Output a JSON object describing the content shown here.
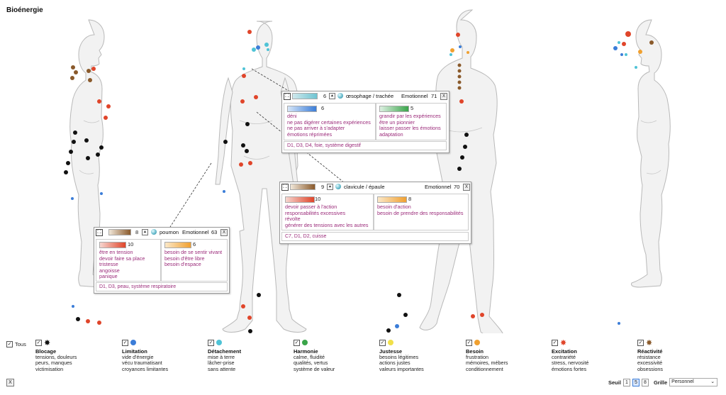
{
  "app": {
    "title": "Bioénergie"
  },
  "colors": {
    "blocage": "#111111",
    "limitation": "#3b7dd8",
    "detachement": "#4fc3d6",
    "harmonie": "#3aa54a",
    "justesse": "#f1e04a",
    "besoin": "#f0a030",
    "excitation": "#e0452a",
    "reactivite": "#8a5a2b"
  },
  "popups": {
    "oesophage": {
      "value": "6",
      "label": "œsophage / trachée",
      "category": "Emotionnel",
      "score": "71",
      "close": "X",
      "left": {
        "value": "6",
        "items": [
          "déni",
          "ne pas digérer certaines expériences",
          "ne pas arriver à s'adapter",
          "émotions réprimées"
        ]
      },
      "right": {
        "value": "5",
        "items": [
          "grandir par les expériences",
          "être un pionnier",
          "laisser passer les émotions",
          "adaptation"
        ]
      },
      "footer": "D1, D3, D4, foie, système digestif"
    },
    "clavicule": {
      "value": "9",
      "label": "clavicule / épaule",
      "category": "Emotionnel",
      "score": "70",
      "close": "X",
      "left": {
        "value": "10",
        "items": [
          "devoir passer à l'action",
          "responsabilités excessives",
          "révolte",
          "générer des tensions avec les autres"
        ]
      },
      "right": {
        "value": "8",
        "items": [
          "besoin d'action",
          "besoin de prendre des responsabilités"
        ]
      },
      "footer": "C7, D1, D2, cuisse"
    },
    "poumon": {
      "value": "8",
      "label": "poumon",
      "category": "Emotionnel",
      "score": "63",
      "close": "X",
      "left": {
        "value": "10",
        "items": [
          "être en tension",
          "devoir faire sa place",
          "tristesse",
          "angoisse",
          "panique"
        ]
      },
      "right": {
        "value": "6",
        "items": [
          "besoin de se sentir vivant",
          "besoin d'être libre",
          "besoin d'espace"
        ]
      },
      "footer": "D1, D3, peau, système respiratoire"
    }
  },
  "legend": {
    "all_label": "Tous",
    "items": [
      {
        "title": "Blocage",
        "desc": [
          "tensions, douleurs",
          "peurs, manques",
          "victimisation"
        ],
        "icon": "black-star-icon"
      },
      {
        "title": "Limitation",
        "desc": [
          "vide d'énergie",
          "vécu traumatisant",
          "croyances limitantes"
        ],
        "icon": "blue-dot-icon"
      },
      {
        "title": "Détachement",
        "desc": [
          "mise à terre",
          "lâcher-prise",
          "sans attente"
        ],
        "icon": "cyan-dot-icon"
      },
      {
        "title": "Harmonie",
        "desc": [
          "calme, fluidité",
          "qualités, vertus",
          "système de valeur"
        ],
        "icon": "green-dot-icon"
      },
      {
        "title": "Justesse",
        "desc": [
          "besoins légitimes",
          "actions justes",
          "valeurs importantes"
        ],
        "icon": "yellow-dot-icon"
      },
      {
        "title": "Besoin",
        "desc": [
          "frustration",
          "mémoires, mébers",
          "conditionnement"
        ],
        "icon": "orange-dot-icon"
      },
      {
        "title": "Excitation",
        "desc": [
          "contrariété",
          "stress, nervosité",
          "émotions fortes"
        ],
        "icon": "red-star-icon"
      },
      {
        "title": "Réactivité",
        "desc": [
          "résistance",
          "excessivité",
          "obsessions"
        ],
        "icon": "brown-star-icon"
      }
    ]
  },
  "footer": {
    "close": "X",
    "seuil_label": "Seuil",
    "seuil_options": [
      "1",
      "5",
      "8"
    ],
    "seuil_selected": "5",
    "grille_label": "Grille",
    "grille_value": "Personnel"
  }
}
